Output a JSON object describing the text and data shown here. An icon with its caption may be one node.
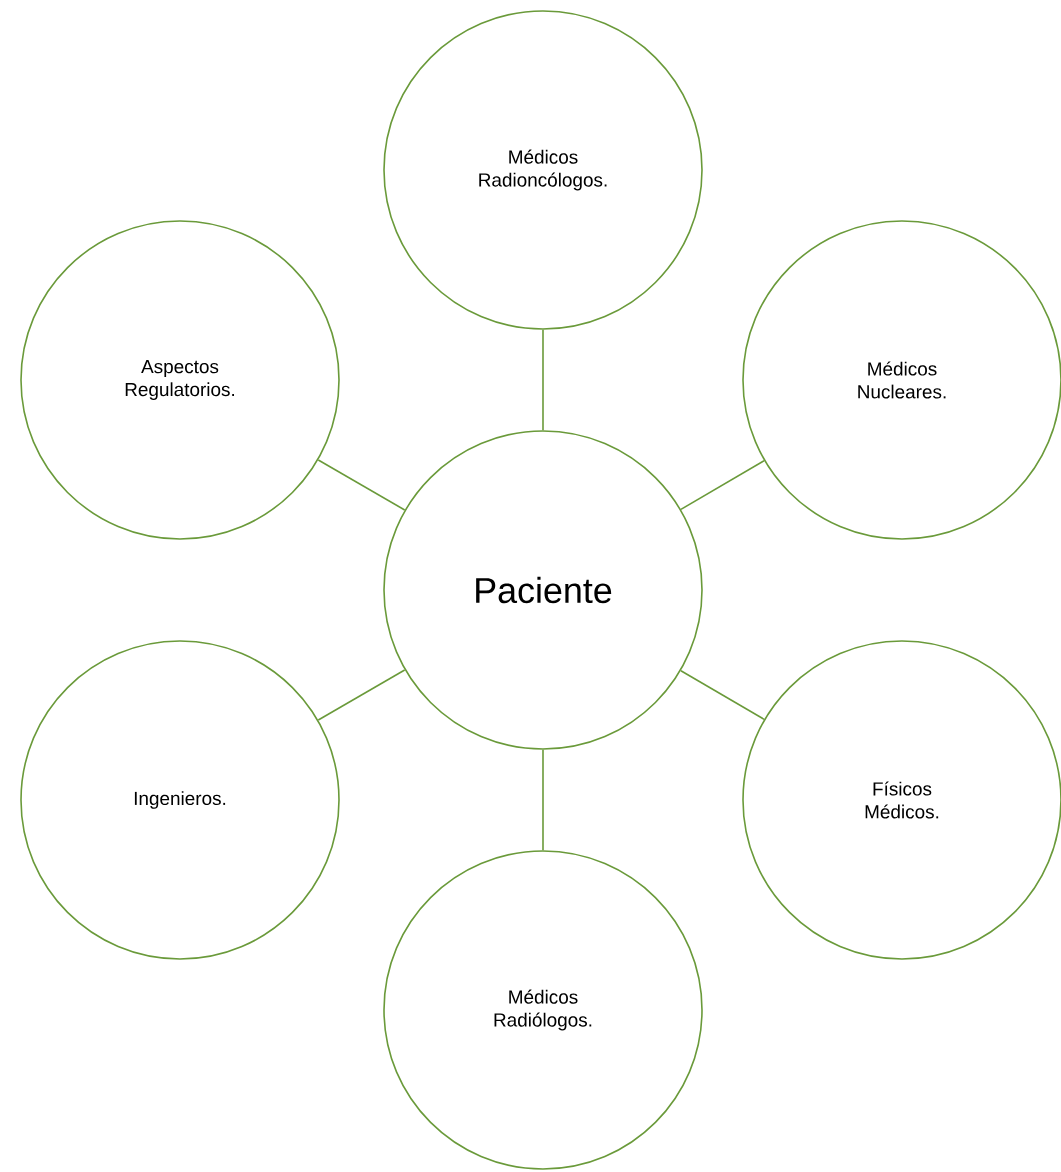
{
  "diagram": {
    "nodes": [
      {
        "text": [
          "Médicos Radioncólogos."
        ]
      },
      {
        "text": [
          "Aspectos Regulatorios."
        ]
      },
      {
        "text": [
          "Médicos Nucleares."
        ]
      },
      {
        "text": [
          "Paciente"
        ]
      },
      {
        "text": [
          "Ingenieros."
        ]
      },
      {
        "text": [
          "Físicos Médicos."
        ]
      },
      {
        "text": [
          "Médicos Radiólogos."
        ]
      }
    ],
    "edges": [
      {
        "from": 3,
        "to": 0,
        "arrow": "none"
      },
      {
        "from": 3,
        "to": 1,
        "arrow": "none"
      },
      {
        "from": 3,
        "to": 2,
        "arrow": "none"
      },
      {
        "from": 3,
        "to": 4,
        "arrow": "none"
      },
      {
        "from": 3,
        "to": 5,
        "arrow": "none"
      },
      {
        "from": 3,
        "to": 6,
        "arrow": "none"
      }
    ]
  }
}
